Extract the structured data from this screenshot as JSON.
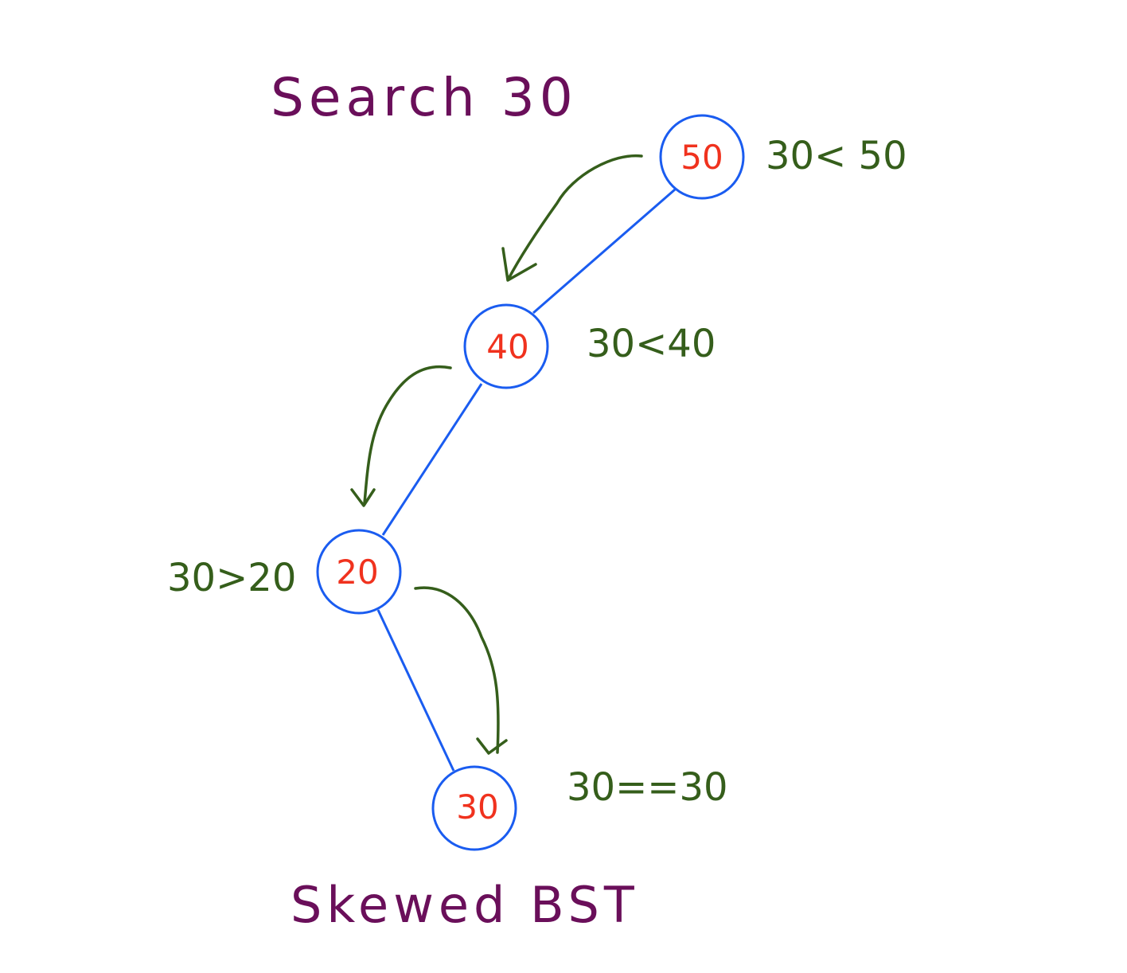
{
  "title": "Search 30",
  "caption": "Skewed BST",
  "colors": {
    "title": "#6a0f5a",
    "node_border": "#1a5cf0",
    "node_value": "#f0321e",
    "edge": "#1a5cf0",
    "arrow": "#355e1b",
    "comparison": "#355e1b",
    "background": "#ffffff"
  },
  "tree": {
    "nodes": [
      {
        "value": "50"
      },
      {
        "value": "40"
      },
      {
        "value": "20"
      },
      {
        "value": "30"
      }
    ],
    "edges": [
      {
        "from": "50",
        "to": "40"
      },
      {
        "from": "40",
        "to": "20"
      },
      {
        "from": "20",
        "to": "30"
      }
    ]
  },
  "comparisons": [
    {
      "text": "30< 50"
    },
    {
      "text": "30<40"
    },
    {
      "text": "30>20"
    },
    {
      "text": "30==30"
    }
  ]
}
